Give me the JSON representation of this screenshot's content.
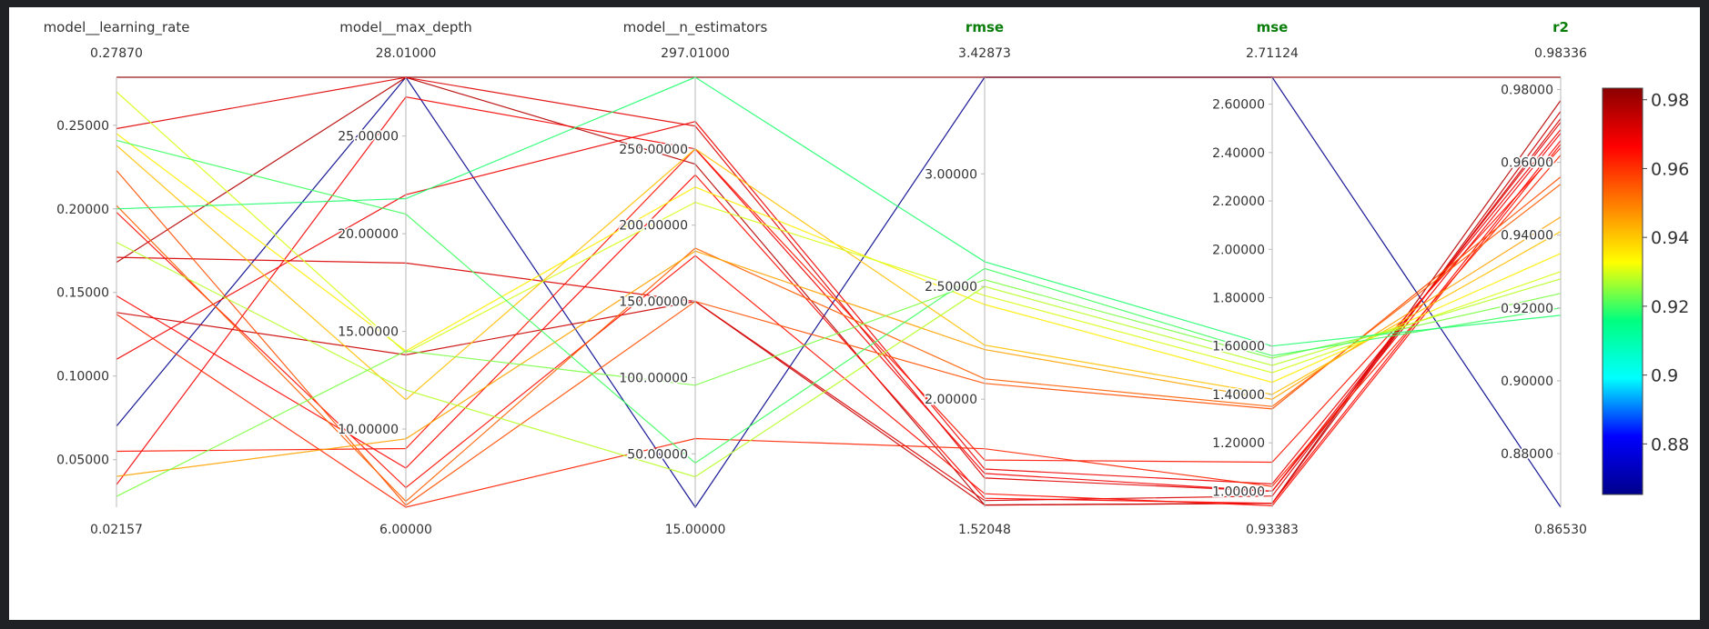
{
  "chart_data": {
    "type": "parallel_coordinates",
    "colorscale": {
      "title": "r2",
      "range": [
        0.8653,
        0.98336
      ],
      "ticks": [
        0.88,
        0.9,
        0.92,
        0.94,
        0.96,
        0.98
      ],
      "tick_labels": [
        "0.88",
        "0.9",
        "0.92",
        "0.94",
        "0.96",
        "0.98"
      ],
      "stops": [
        "#00008b",
        "#0000ff",
        "#00ffff",
        "#00ff7f",
        "#ffff00",
        "#ff7f00",
        "#ff0000",
        "#8b0000"
      ]
    },
    "axes": [
      {
        "label": "model__learning_rate",
        "highlight": false,
        "min": 0.02157,
        "max": 0.2787,
        "min_label": "0.02157",
        "max_label": "0.27870",
        "ticks": [
          0.05,
          0.1,
          0.15,
          0.2,
          0.25
        ],
        "tick_labels": [
          "0.05000",
          "0.10000",
          "0.15000",
          "0.20000",
          "0.25000"
        ]
      },
      {
        "label": "model__max_depth",
        "highlight": false,
        "min": 6.0,
        "max": 28.01,
        "min_label": "6.00000",
        "max_label": "28.01000",
        "ticks": [
          10,
          15,
          20,
          25
        ],
        "tick_labels": [
          "10.00000",
          "15.00000",
          "20.00000",
          "25.00000"
        ]
      },
      {
        "label": "model__n_estimators",
        "highlight": false,
        "min": 15.0,
        "max": 297.01,
        "min_label": "15.00000",
        "max_label": "297.01000",
        "ticks": [
          50,
          100,
          150,
          200,
          250
        ],
        "tick_labels": [
          "50.00000",
          "100.00000",
          "150.00000",
          "200.00000",
          "250.00000"
        ]
      },
      {
        "label": "rmse",
        "highlight": true,
        "min": 1.52048,
        "max": 3.42873,
        "min_label": "1.52048",
        "max_label": "3.42873",
        "ticks": [
          2.0,
          2.5,
          3.0
        ],
        "tick_labels": [
          "2.00000",
          "2.50000",
          "3.00000"
        ]
      },
      {
        "label": "mse",
        "highlight": true,
        "min": 0.93383,
        "max": 2.71124,
        "min_label": "0.93383",
        "max_label": "2.71124",
        "ticks": [
          1.0,
          1.2,
          1.4,
          1.6,
          1.8,
          2.0,
          2.2,
          2.4,
          2.6
        ],
        "tick_labels": [
          "1.00000",
          "1.20000",
          "1.40000",
          "1.60000",
          "1.80000",
          "2.00000",
          "2.20000",
          "2.40000",
          "2.60000"
        ]
      },
      {
        "label": "r2",
        "highlight": true,
        "min": 0.8653,
        "max": 0.98336,
        "min_label": "0.86530",
        "max_label": "0.98336",
        "ticks": [
          0.88,
          0.9,
          0.92,
          0.94,
          0.96,
          0.98
        ],
        "tick_labels": [
          "0.88000",
          "0.90000",
          "0.92000",
          "0.94000",
          "0.96000",
          "0.98000"
        ]
      }
    ],
    "rows": [
      [
        0.07,
        28.01,
        15.0,
        3.4287,
        2.7112,
        0.8653
      ],
      [
        0.2787,
        28.01,
        297.01,
        3.4287,
        2.7112,
        0.98336
      ],
      [
        0.168,
        28.0,
        240.0,
        1.53,
        0.95,
        0.977
      ],
      [
        0.138,
        13.8,
        150.0,
        1.53,
        0.95,
        0.974
      ],
      [
        0.171,
        18.5,
        150.0,
        1.55,
        0.98,
        0.972
      ],
      [
        0.248,
        28.0,
        265.0,
        1.65,
        1.0,
        0.971
      ],
      [
        0.11,
        22.0,
        268.0,
        1.69,
        1.03,
        0.969
      ],
      [
        0.035,
        27.0,
        250.0,
        1.67,
        1.0,
        0.968
      ],
      [
        0.148,
        8.0,
        233.0,
        1.56,
        0.95,
        0.966
      ],
      [
        0.198,
        7.0,
        180.0,
        1.58,
        0.94,
        0.965
      ],
      [
        0.055,
        9.0,
        250.0,
        1.73,
        1.12,
        0.964
      ],
      [
        0.137,
        6.0,
        60.0,
        1.78,
        1.02,
        0.962
      ],
      [
        0.223,
        6.1,
        150.0,
        2.07,
        1.34,
        0.956
      ],
      [
        0.202,
        6.3,
        185.0,
        2.09,
        1.35,
        0.954
      ],
      [
        0.04,
        9.5,
        183.0,
        2.22,
        1.38,
        0.945
      ],
      [
        0.238,
        11.5,
        250.0,
        2.24,
        1.4,
        0.941
      ],
      [
        0.245,
        14.0,
        225.0,
        2.42,
        1.45,
        0.935
      ],
      [
        0.27,
        13.9,
        215.0,
        2.46,
        1.49,
        0.93
      ],
      [
        0.18,
        12.0,
        35.0,
        2.5,
        1.52,
        0.928
      ],
      [
        0.028,
        14.0,
        95.0,
        2.53,
        1.55,
        0.924
      ],
      [
        0.241,
        21.0,
        44.0,
        2.58,
        1.56,
        0.92
      ],
      [
        0.2,
        21.8,
        297.0,
        2.61,
        1.6,
        0.918
      ]
    ]
  }
}
